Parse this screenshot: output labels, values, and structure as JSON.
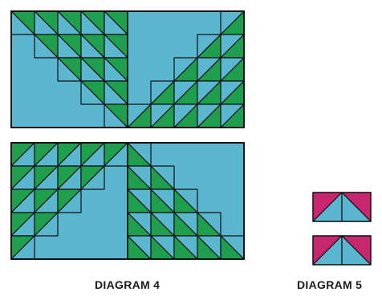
{
  "colors": {
    "green": "#1f9e4d",
    "blue": "#5ab7cf",
    "magenta": "#c8266e",
    "outline": "#111111"
  },
  "diagram4": {
    "caption": "DIAGRAM 4",
    "quilt_blocks": [
      {
        "id": "block-top-left",
        "half_square_grid": "5 x 5"
      },
      {
        "id": "block-top-right",
        "half_square_grid": "5 x 5"
      },
      {
        "id": "block-bottom-left",
        "half_square_grid": "5 x 5"
      },
      {
        "id": "block-bottom-right",
        "half_square_grid": "5 x 5"
      }
    ]
  },
  "diagram5": {
    "caption": "DIAGRAM 5",
    "units": [
      {
        "id": "unit-top",
        "colors": [
          "magenta",
          "blue"
        ]
      },
      {
        "id": "unit-bottom",
        "colors": [
          "magenta",
          "blue"
        ]
      }
    ]
  }
}
